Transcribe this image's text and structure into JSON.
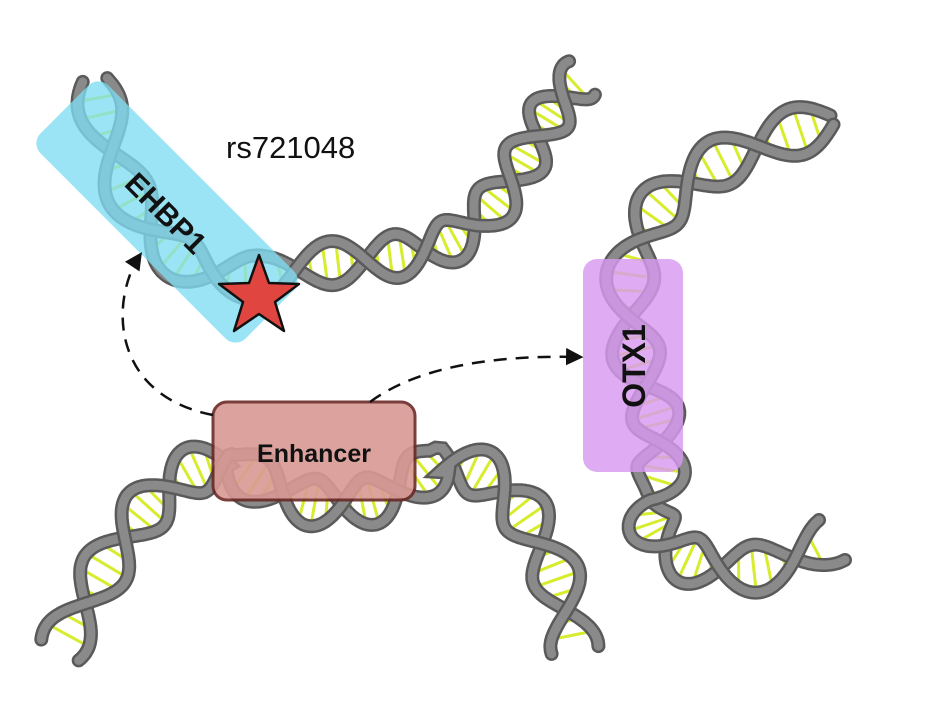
{
  "labels": {
    "snp": "rs721048",
    "gene_left": "EHBP1",
    "gene_right": "OTX1",
    "element": "Enhancer"
  },
  "colors": {
    "strand": "#8a8a8a",
    "strand_dark": "#5a5a5a",
    "rung": "#d7ec2c",
    "ehbp1_box": "#7fdcf2",
    "otx1_box": "#d89af0",
    "enhancer_box": "#d99a94",
    "enhancer_border": "#6b2a26",
    "star": "#e0453f"
  },
  "icons": {
    "variant_marker": "star-icon",
    "arrow": "dashed-arrow"
  }
}
